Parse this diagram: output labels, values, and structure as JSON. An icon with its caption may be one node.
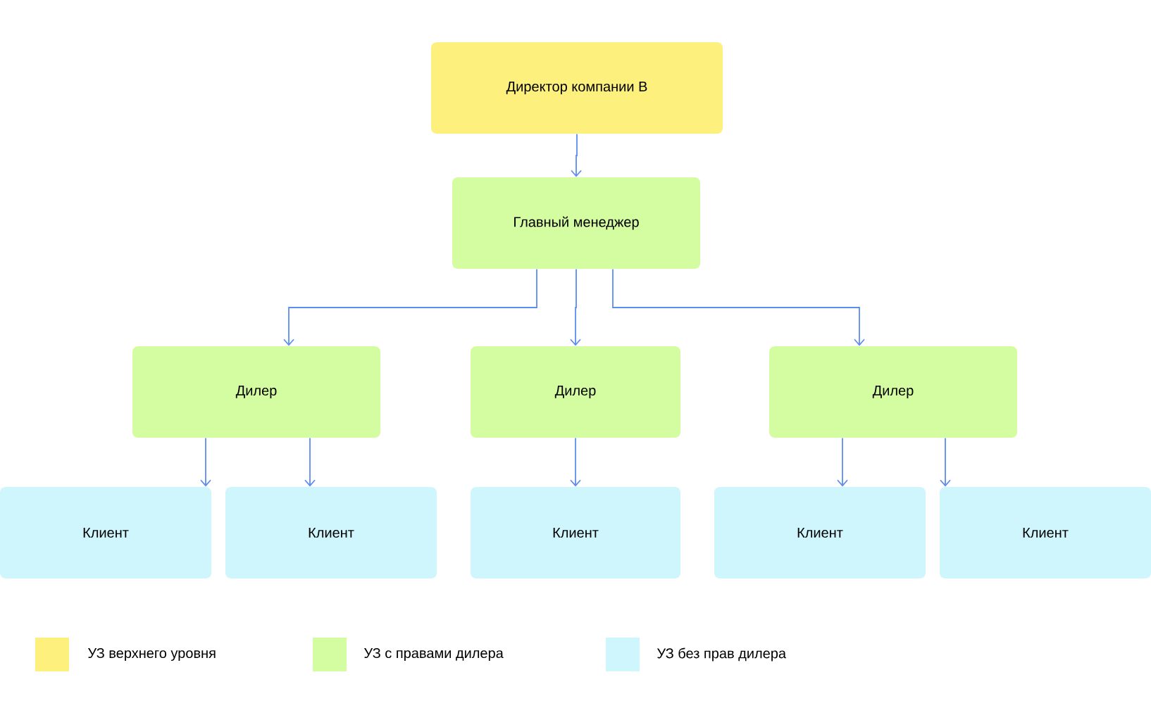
{
  "diagram": {
    "nodes": [
      {
        "text": [
          "Директор компании B"
        ]
      },
      {
        "text": [
          "Главный менеджер"
        ]
      },
      {
        "text": [
          "Дилер"
        ]
      },
      {
        "text": [
          "Дилер"
        ]
      },
      {
        "text": [
          "Дилер"
        ]
      },
      {
        "text": [
          "Клиент"
        ]
      },
      {
        "text": [
          "Клиент"
        ]
      },
      {
        "text": [
          "Клиент"
        ]
      },
      {
        "text": [
          "Клиент"
        ]
      },
      {
        "text": [
          "Клиент"
        ]
      }
    ],
    "edges": [
      {
        "from": 0,
        "to": 1,
        "arrow": "to"
      },
      {
        "from": 1,
        "to": 2,
        "arrow": "to"
      },
      {
        "from": 1,
        "to": 3,
        "arrow": "to"
      },
      {
        "from": 1,
        "to": 4,
        "arrow": "to"
      },
      {
        "from": 2,
        "to": 5,
        "arrow": "to"
      },
      {
        "from": 2,
        "to": 6,
        "arrow": "to"
      },
      {
        "from": 3,
        "to": 7,
        "arrow": "to"
      },
      {
        "from": 4,
        "to": 8,
        "arrow": "to"
      },
      {
        "from": 4,
        "to": 9,
        "arrow": "to"
      }
    ],
    "legend": [
      {
        "text": "УЗ верхнего уровня",
        "color": "#fdf07c"
      },
      {
        "text": "УЗ с правами дилера",
        "color": "#d4fca0"
      },
      {
        "text": "УЗ без прав дилера",
        "color": "#cef6fc"
      }
    ]
  }
}
